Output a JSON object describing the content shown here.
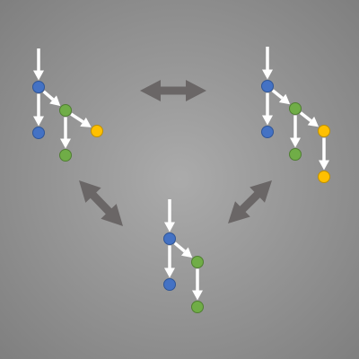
{
  "palette": {
    "background_center": "#ababab",
    "background_edge": "#7f7f7f",
    "edge": "#ffffff",
    "transition_arrow": "#6a6666"
  },
  "node_types": {
    "blue": {
      "fill": "#4472c4",
      "stroke": "#2f5597"
    },
    "green": {
      "fill": "#70ad47",
      "stroke": "#507e32"
    },
    "yellow": {
      "fill": "#ffc000",
      "stroke": "#bf9000"
    }
  },
  "trees": [
    {
      "id": "tree-left",
      "nodes": [
        "blue",
        "blue",
        "green",
        "green",
        "yellow"
      ],
      "edges": [
        [
          0,
          1
        ],
        [
          0,
          2
        ],
        [
          2,
          3
        ],
        [
          2,
          4
        ]
      ],
      "root_has_incoming_edge": true
    },
    {
      "id": "tree-right",
      "nodes": [
        "blue",
        "blue",
        "green",
        "green",
        "yellow",
        "yellow"
      ],
      "edges": [
        [
          0,
          1
        ],
        [
          0,
          2
        ],
        [
          2,
          3
        ],
        [
          2,
          4
        ],
        [
          4,
          5
        ]
      ],
      "root_has_incoming_edge": true
    },
    {
      "id": "tree-bottom",
      "nodes": [
        "blue",
        "blue",
        "green",
        "green"
      ],
      "edges": [
        [
          0,
          1
        ],
        [
          0,
          2
        ],
        [
          2,
          3
        ]
      ],
      "root_has_incoming_edge": true
    }
  ],
  "transitions": [
    {
      "id": "left-right",
      "from": "tree-left",
      "to": "tree-right",
      "bidirectional": true
    },
    {
      "id": "left-bottom",
      "from": "tree-left",
      "to": "tree-bottom",
      "bidirectional": true
    },
    {
      "id": "right-bottom",
      "from": "tree-right",
      "to": "tree-bottom",
      "bidirectional": true
    }
  ]
}
